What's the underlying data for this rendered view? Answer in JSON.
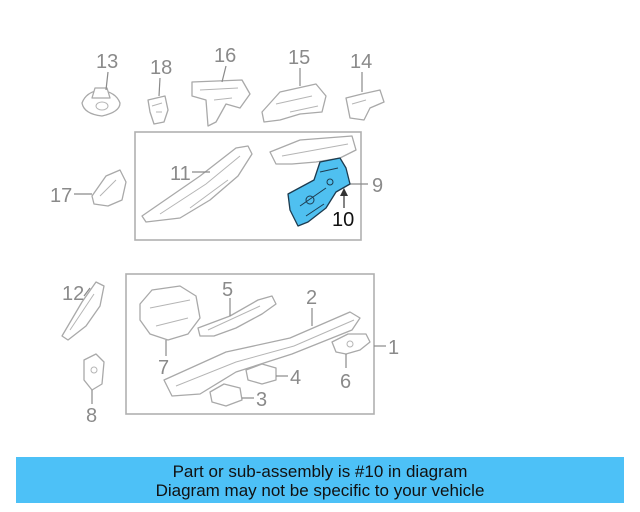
{
  "diagram": {
    "callouts": {
      "c1": "1",
      "c2": "2",
      "c3": "3",
      "c4": "4",
      "c5": "5",
      "c6": "6",
      "c7": "7",
      "c8": "8",
      "c9": "9",
      "c10": "10",
      "c11": "11",
      "c12": "12",
      "c13": "13",
      "c14": "14",
      "c15": "15",
      "c16": "16",
      "c17": "17",
      "c18": "18"
    },
    "highlighted_part": "10"
  },
  "banner": {
    "line1": "Part or sub-assembly is #10 in diagram",
    "line2": "Diagram may not be specific to your vehicle"
  },
  "colors": {
    "banner_background": "#4dc1f7",
    "highlight_part": "#4fc0f0",
    "outline": "#a9a9a9",
    "callout_text": "#8a8a8a"
  }
}
